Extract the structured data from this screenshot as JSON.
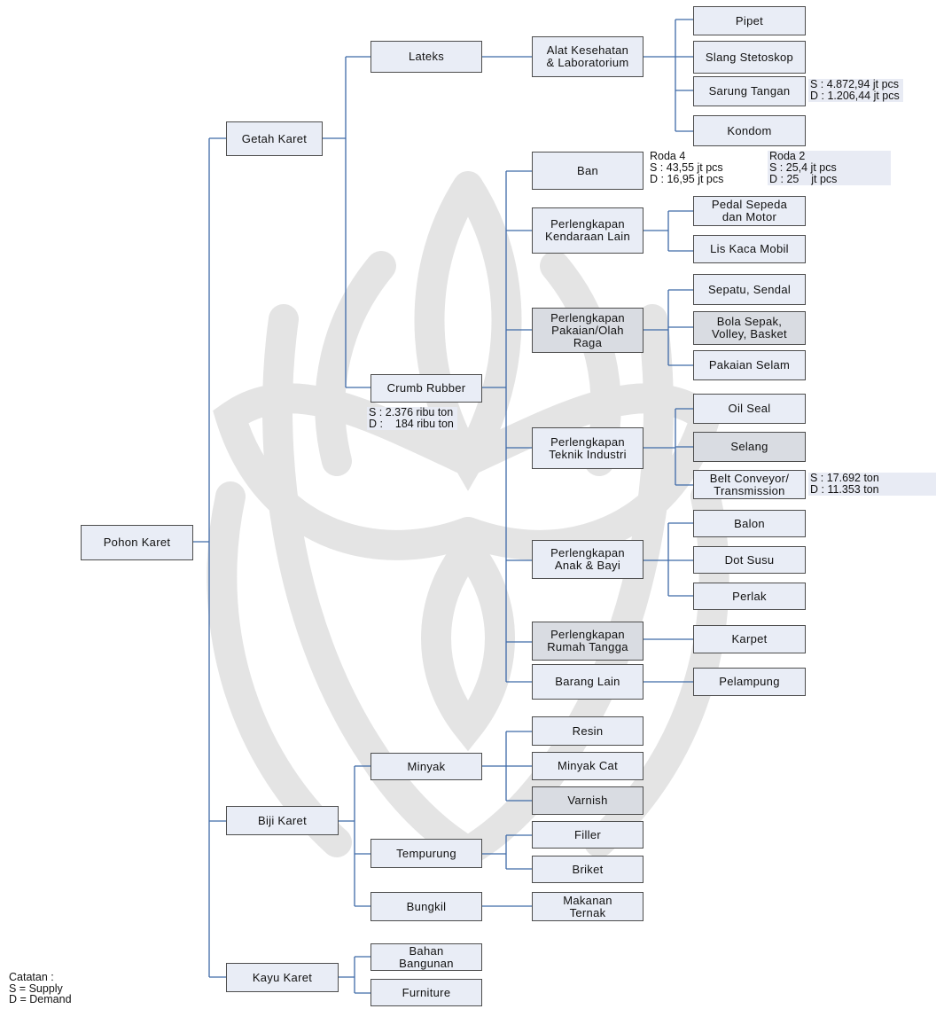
{
  "nodes": {
    "pohon_karet": "Pohon Karet",
    "getah_karet": "Getah Karet",
    "biji_karet": "Biji Karet",
    "kayu_karet": "Kayu Karet",
    "lateks": "Lateks",
    "crumb_rubber": "Crumb Rubber",
    "alat_kesehatan": "Alat Kesehatan\n& Laboratorium",
    "pipet": "Pipet",
    "slang_stetoskop": "Slang Stetoskop",
    "sarung_tangan": "Sarung Tangan",
    "kondom": "Kondom",
    "ban": "Ban",
    "kendaraan_lain": "Perlengkapan\nKendaraan Lain",
    "pedal": "Pedal Sepeda\ndan Motor",
    "lis_kaca": "Lis Kaca Mobil",
    "pakaian_olahraga": "Perlengkapan\nPakaian/Olah\nRaga",
    "sepatu": "Sepatu, Sendal",
    "bola": "Bola Sepak,\nVolley, Basket",
    "pakaian_selam": "Pakaian Selam",
    "teknik_industri": "Perlengkapan\nTeknik Industri",
    "oil_seal": "Oil Seal",
    "selang": "Selang",
    "belt": "Belt Conveyor/\nTransmission",
    "anak_bayi": "Perlengkapan\nAnak & Bayi",
    "balon": "Balon",
    "dot_susu": "Dot Susu",
    "perlak": "Perlak",
    "rumah_tangga": "Perlengkapan\nRumah Tangga",
    "karpet": "Karpet",
    "barang_lain": "Barang Lain",
    "pelampung": "Pelampung",
    "minyak": "Minyak",
    "tempurung": "Tempurung",
    "bungkil": "Bungkil",
    "resin": "Resin",
    "minyak_cat": "Minyak Cat",
    "varnish": "Varnish",
    "filler": "Filler",
    "briket": "Briket",
    "makanan_ternak": "Makanan\nTernak",
    "bahan_bangunan": "Bahan\nBangunan",
    "furniture": "Furniture"
  },
  "annotations": {
    "sarung_tangan": "S : 4.872,94 jt pcs\nD : 1.206,44 jt pcs",
    "ban_roda4": "Roda 4\nS : 43,55 jt pcs\nD : 16,95 jt pcs",
    "ban_roda2": "Roda 2\nS : 25,4 jt pcs\nD : 25    jt pcs",
    "crumb_rubber": "S : 2.376 ribu ton\nD :    184 ribu ton",
    "belt": "S : 17.692 ton\nD : 11.353 ton"
  },
  "legend": {
    "text": "Catatan :\nS = Supply\nD = Demand"
  },
  "colors": {
    "connector": "#3f6aa8",
    "box_fill": "#e9edf6",
    "box_fill_dark": "#d9dce2",
    "box_border": "#4d4d4d",
    "watermark": "#e4e4e4"
  }
}
